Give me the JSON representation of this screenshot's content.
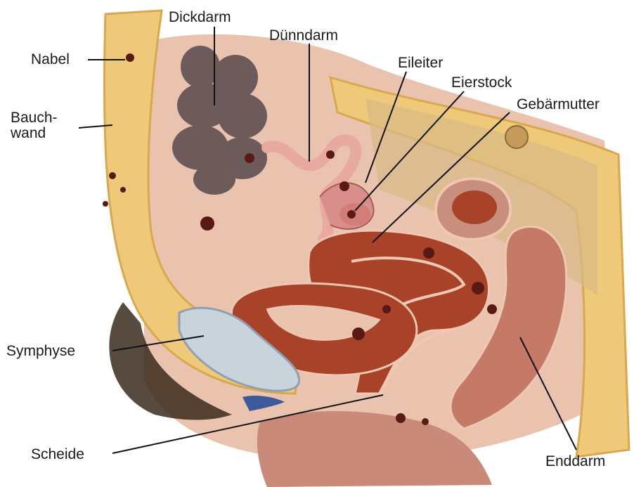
{
  "labels": {
    "nabel": "Nabel",
    "bauchwand": "Bauch-\nwand",
    "dickdarm": "Dickdarm",
    "duenndarm": "Dünndarm",
    "eileiter": "Eileiter",
    "eierstock": "Eierstock",
    "gebaermutter": "Gebärmutter",
    "symphyse": "Symphyse",
    "scheide": "Scheide",
    "enddarm": "Enddarm"
  },
  "colors": {
    "fat": "#eec97a",
    "fat_dark": "#d9a84e",
    "muscle": "#b8553a",
    "uterus": "#a8432a",
    "cavity": "#e9c3ad",
    "colon": "#6c5b5a",
    "bladder": "#c9d3dc",
    "lesion": "#5a1a14",
    "hair": "#3a2a1c"
  }
}
